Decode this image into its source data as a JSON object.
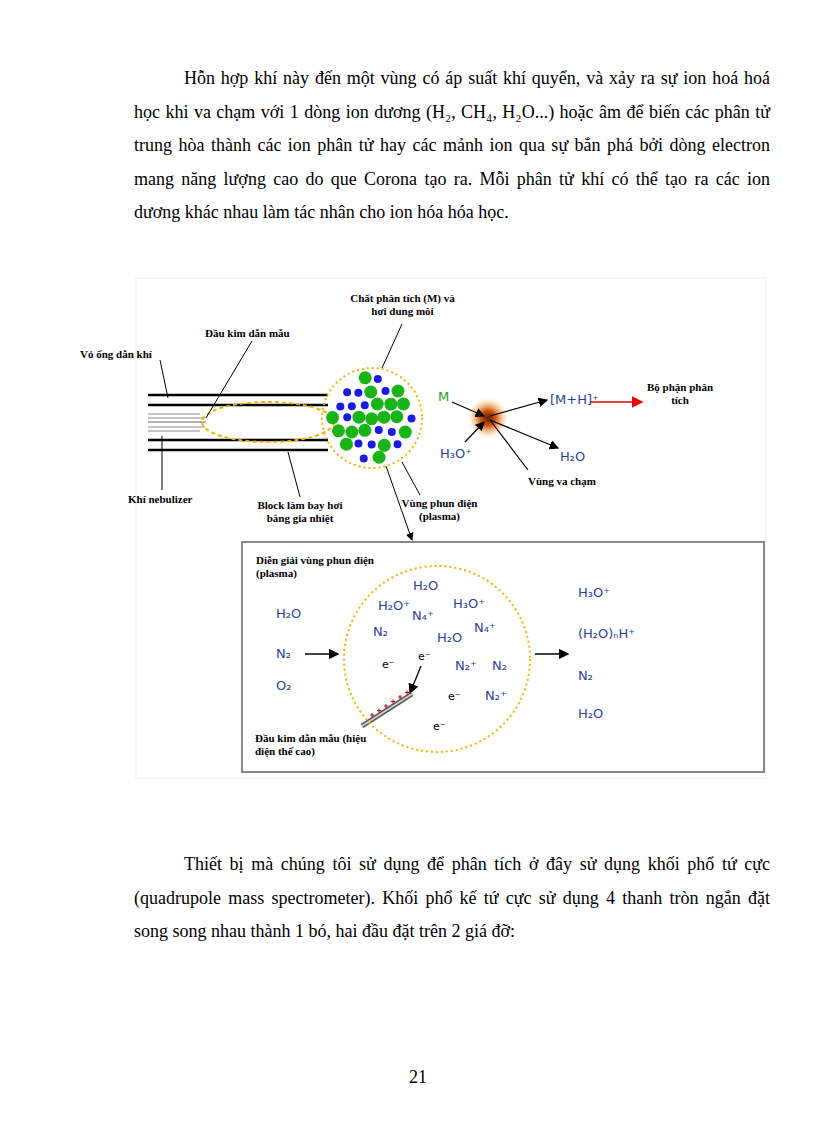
{
  "diagram": {
    "nodes": [
      {
        "text": [
          "Diễn giải vùng phun điện (plasma)"
        ]
      },
      {
        "text": [
          "H₂O",
          "H₂O⁺",
          "N₄⁺",
          "H₃O⁺",
          "N₄⁺",
          "N₂",
          "H₂O",
          "e⁻",
          "e⁻",
          "N₂⁺",
          "N₂",
          "e⁻",
          "N₂⁺",
          "e⁻"
        ],
        "in": 0
      }
    ],
    "labels": [
      "Hỗn hợp khí này đến một vùng có áp suất khí quyển, và xảy ra sự ion hoá hoá học khi va chạm với 1 dòng ion dương (H₂, CH₄, H₂O...) hoặc âm để biến các phân tử trung hòa thành các ion phân tử hay các mảnh ion qua sự bắn phá bởi dòng electron mang năng lượng cao do que Corona tạo ra. Mỗi phân tử khí có thể tạo ra các ion dương khác nhau làm tác nhân cho ion hóa hóa học.",
      "Chất phân tích (M) và hơi dung môi",
      "Đầu kim dẫn mẫu",
      "Vỏ ống dẫn khí",
      "Bộ phận phân tích",
      "M",
      "[M+H]⁺",
      "H₃O⁺",
      "H₂O",
      "Vùng va chạm",
      "Khí nebulizer",
      "Block làm bay hơi bằng gia nhiệt",
      "Vùng phun điện (plasma)",
      "H₂O",
      "N₂",
      "O₂",
      "H₃O⁺",
      "(H₂O)ₙH⁺",
      "N₂",
      "H₂O",
      "Đầu kim dẫn mẫu (hiệu điện thế cao)",
      "Thiết bị mà chúng tôi sử dụng để phân tích ở đây sử dụng khối phổ tứ cực (quadrupole mass spectrometer). Khối phổ kế tứ cực sử dụng 4 thanh tròn ngắn đặt song song nhau thành 1 bó, hai đầu đặt trên 2 giá đỡ:",
      "21"
    ]
  }
}
